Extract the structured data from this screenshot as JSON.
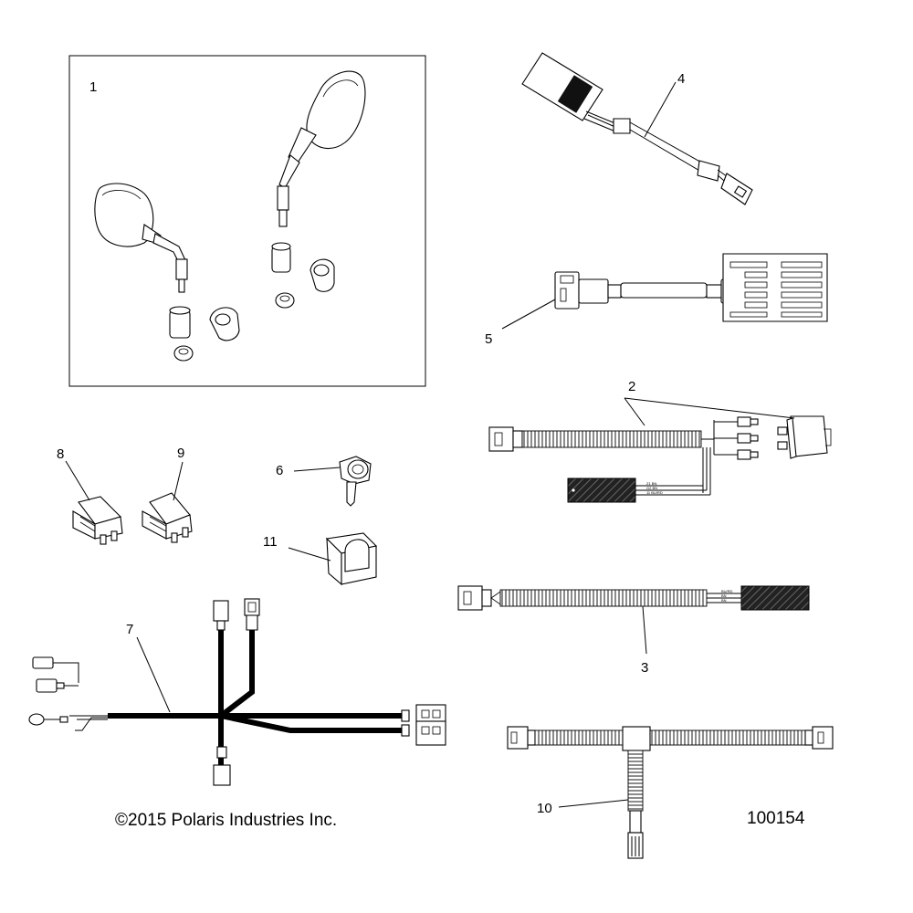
{
  "callouts": {
    "c1": "1",
    "c2": "2",
    "c3": "3",
    "c4": "4",
    "c5": "5",
    "c6": "6",
    "c7": "7",
    "c8": "8",
    "c9": "9",
    "c10": "10",
    "c11": "11"
  },
  "wire_labels": {
    "w1": "Z1 BN",
    "w2": "G2 BN",
    "w3": "11 BU/RD",
    "w4": "BU/RD",
    "w5": "BN",
    "w6": "BN"
  },
  "footer": {
    "copyright": "©2015 Polaris Industries Inc.",
    "figure_number": "100154"
  }
}
